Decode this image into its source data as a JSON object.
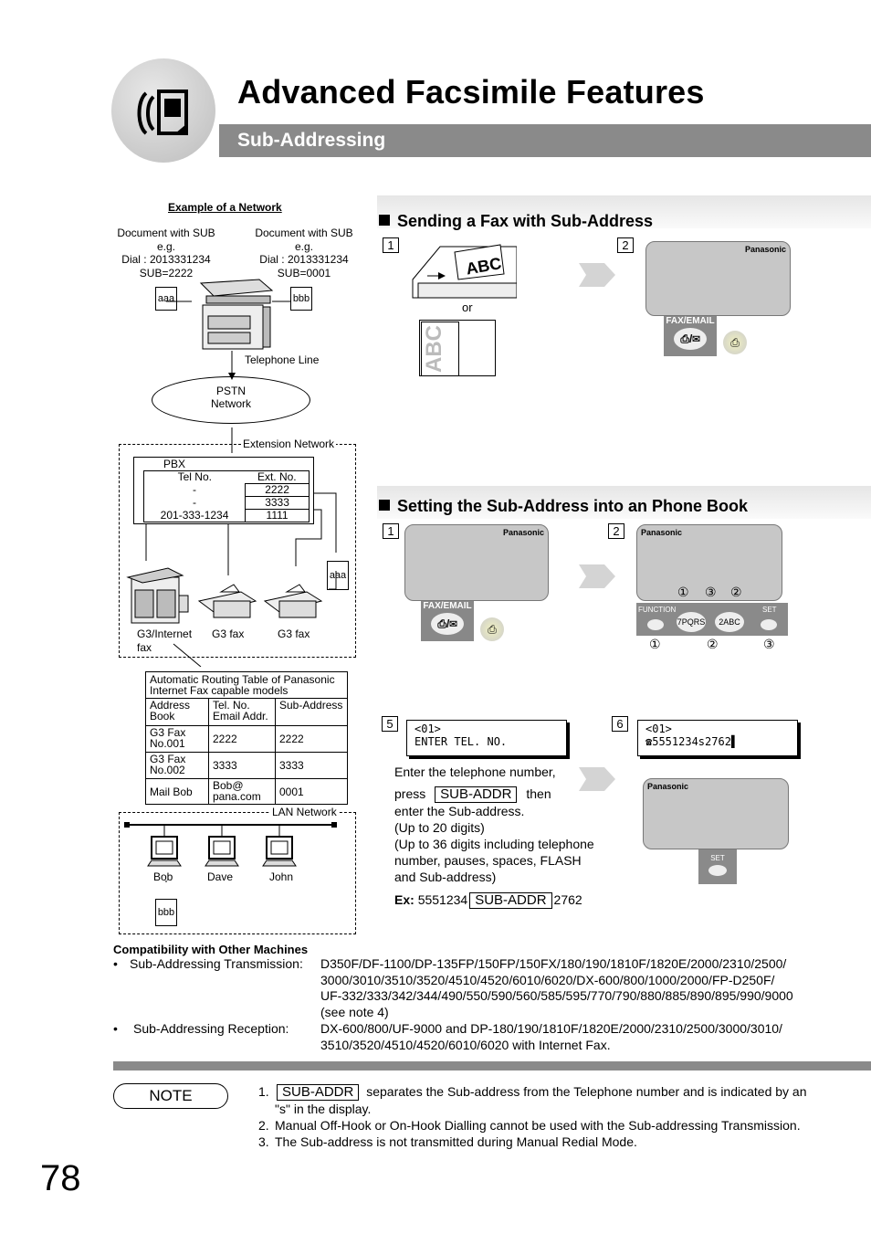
{
  "header": {
    "title": "Advanced Facsimile Features",
    "subtitle": "Sub-Addressing"
  },
  "network": {
    "heading": "Example of a Network",
    "doc_left": {
      "line1": "Document with SUB",
      "line2": "e.g.",
      "line3": "Dial : 2013331234",
      "line4": "SUB=2222",
      "tag": "aaa"
    },
    "doc_right": {
      "line1": "Document with SUB",
      "line2": "e.g.",
      "line3": "Dial : 2013331234",
      "line4": "SUB=0001",
      "tag": "bbb"
    },
    "telephone_line": "Telephone  Line",
    "pstn": {
      "line1": "PSTN",
      "line2": "Network"
    },
    "extension_network": "Extension Network",
    "pbx": {
      "title": "PBX",
      "headers": [
        "Tel No.",
        "Ext. No."
      ],
      "rows": [
        [
          "-",
          "2222"
        ],
        [
          "-",
          "3333"
        ],
        [
          "201-333-1234",
          "1111"
        ]
      ]
    },
    "aaa_tag": "aaa",
    "machines": [
      "G3/Internet",
      "fax",
      "G3 fax",
      "G3 fax"
    ],
    "routing": {
      "title1": "Automatic Routing Table of Panasonic",
      "title2": "Internet Fax capable models",
      "headers": [
        [
          "Address",
          "Book"
        ],
        [
          "Tel. No.",
          "Email Addr."
        ],
        [
          "Sub-Address",
          ""
        ]
      ],
      "rows": [
        [
          [
            "G3 Fax",
            "No.001"
          ],
          [
            "2222",
            ""
          ],
          [
            "2222",
            ""
          ]
        ],
        [
          [
            "G3 Fax",
            "No.002"
          ],
          [
            "3333",
            ""
          ],
          [
            "3333",
            ""
          ]
        ],
        [
          [
            "Mail Bob",
            ""
          ],
          [
            "Bob@",
            "pana.com"
          ],
          [
            "0001",
            ""
          ]
        ]
      ]
    },
    "lan_network": "LAN Network",
    "pcs": [
      "Bob",
      "Dave",
      "John"
    ],
    "bbb_tag": "bbb"
  },
  "sending": {
    "heading": "Sending a Fax with Sub-Address",
    "step1": "1",
    "step2": "2",
    "or": "or",
    "doc_letters": "ABC",
    "panel_brand": "Panasonic",
    "button_label": "FAX/EMAIL"
  },
  "setting": {
    "heading": "Setting the Sub-Address into an Phone Book",
    "step1": "1",
    "step2": "2",
    "step5": "5",
    "step6": "6",
    "panel_brand": "Panasonic",
    "button_label": "FAX/EMAIL",
    "key_markers": [
      "①",
      "③",
      "②"
    ],
    "keys": [
      {
        "label": "FUNCTION",
        "caption": "①"
      },
      {
        "label": "7PQRS",
        "caption": "②"
      },
      {
        "label": "2ABC",
        "caption": ""
      },
      {
        "label": "SET",
        "caption": "③"
      }
    ],
    "lcd5": {
      "line1": "<01>",
      "line2": "ENTER TEL. NO."
    },
    "lcd6": {
      "line1": "<01>",
      "line2": "5551234s2762"
    },
    "instructions": {
      "line1": "Enter the telephone number,",
      "press": "press",
      "key": "SUB-ADDR",
      "then": "then",
      "line3": "enter the Sub-address.",
      "line4": "(Up to 20 digits)",
      "line5": "(Up to 36 digits including telephone",
      "line6": "number, pauses, spaces, FLASH",
      "line7": "and Sub-address)"
    },
    "example": {
      "ex": "Ex:",
      "number": "5551234",
      "key": "SUB-ADDR",
      "sub": "2762"
    },
    "set_label": "SET"
  },
  "compatibility": {
    "heading": "Compatibility with Other Machines",
    "items": [
      {
        "bullet": "•",
        "label": "Sub-Addressing Transmission:",
        "lines": [
          "D350F/DF-1100/DP-135FP/150FP/150FX/180/190/1810F/1820E/2000/2310/2500/",
          "3000/3010/3510/3520/4510/4520/6010/6020/DX-600/800/1000/2000/FP-D250F/",
          "UF-332/333/342/344/490/550/590/560/585/595/770/790/880/885/890/895/990/9000",
          "(see note 4)"
        ]
      },
      {
        "bullet": "•",
        "label": "Sub-Addressing Reception:",
        "lines": [
          "DX-600/800/UF-9000 and DP-180/190/1810F/1820E/2000/2310/2500/3000/3010/",
          "3510/3520/4510/4520/6010/6020 with Internet Fax."
        ]
      }
    ]
  },
  "note": {
    "label": "NOTE",
    "items": [
      {
        "num": "1.",
        "key": "SUB-ADDR",
        "text": "separates the Sub-address from the Telephone number and is indicated by an",
        "text2": "\"s\" in the display."
      },
      {
        "num": "2.",
        "text": "Manual Off-Hook or On-Hook Dialling cannot be used with the Sub-addressing Transmission."
      },
      {
        "num": "3.",
        "text": "The Sub-address is not transmitted during Manual Redial Mode."
      }
    ]
  },
  "page_number": "78"
}
